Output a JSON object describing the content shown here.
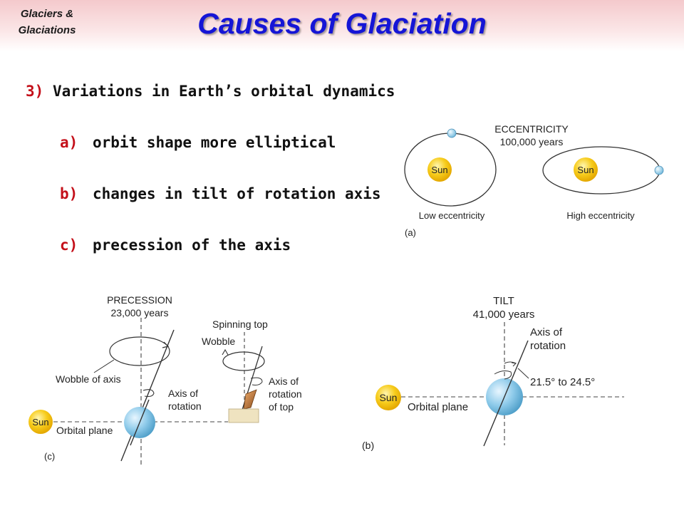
{
  "header": {
    "corner_label_line1": "Glaciers &",
    "corner_label_line2": "Glaciations",
    "title": "Causes of Glaciation"
  },
  "main_point": {
    "number": "3)",
    "text": "Variations in Earth’s orbital dynamics"
  },
  "sub_points": [
    {
      "marker": "a)",
      "text": "orbit shape more elliptical"
    },
    {
      "marker": "b)",
      "text": "changes in tilt of rotation axis"
    },
    {
      "marker": "c)",
      "text": "precession of the axis"
    }
  ],
  "diagram_eccentricity": {
    "title": "ECCENTRICITY",
    "period": "100,000 years",
    "sun_label": "Sun",
    "low_label": "Low eccentricity",
    "high_label": "High eccentricity",
    "panel_label": "(a)"
  },
  "diagram_precession": {
    "title": "PRECESSION",
    "period": "23,000 years",
    "spinning_top": "Spinning top",
    "wobble": "Wobble",
    "wobble_of_axis": "Wobble of axis",
    "axis_of": "Axis of",
    "rotation": "rotation",
    "top_axis_line1": "Axis of",
    "top_axis_line2": "rotation",
    "top_axis_line3": "of top",
    "sun_label": "Sun",
    "orbital_plane": "Orbital plane",
    "panel_label": "(c)"
  },
  "diagram_tilt": {
    "title": "TILT",
    "period": "41,000 years",
    "axis_of": "Axis of",
    "rotation": "rotation",
    "angle_range": "21.5° to 24.5°",
    "sun_label": "Sun",
    "orbital_plane": "Orbital plane",
    "panel_label": "(b)"
  },
  "colors": {
    "title_blue": "#1515d6",
    "marker_red": "#c4101a",
    "sun_yellow": "#f5c400",
    "earth_blue": "#7fc3e6"
  }
}
